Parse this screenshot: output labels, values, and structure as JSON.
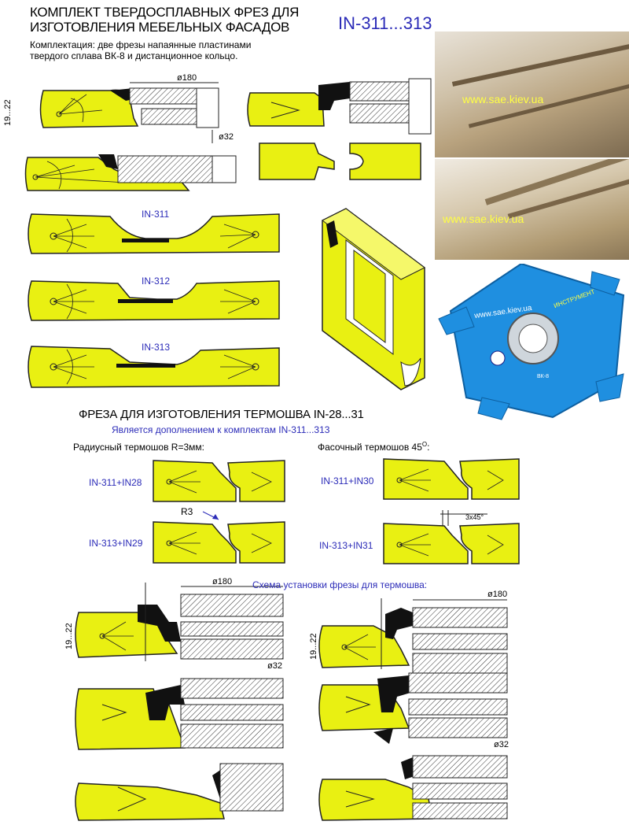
{
  "header": {
    "title_line1": "КОМПЛЕКТ ТВЕРДОСПЛАВНЫХ ФРЕЗ ДЛЯ",
    "title_line2": "ИЗГОТОВЛЕНИЯ МЕБЕЛЬНЫХ ФАСАДОВ",
    "code": "IN-311...313",
    "note_line1": "Комплектация: две фрезы напаянные пластинами",
    "note_line2": "твердого сплава ВК-8 и дистанционное кольцо."
  },
  "top_dims": {
    "d180": "ø180",
    "d32": "ø32",
    "h": "19...22"
  },
  "profiles": [
    "IN-311",
    "IN-312",
    "IN-313"
  ],
  "photos": {
    "watermark1": "www.sae.kiev.ua",
    "watermark2": "www.sae.kiev.ua",
    "watermark3": "www.sae.kiev.ua",
    "cutter_brand": "ИНСТРУМЕНТ",
    "cutter_mark": "ВК-8"
  },
  "section2": {
    "title": "ФРЕЗА ДЛЯ ИЗГОТОВЛЕНИЯ ТЕРМОШВА IN-28...31",
    "subtitle": "Является дополнением к комплектам IN-311...313",
    "radius_caption": "Радиусный термошов R=3мм:",
    "chamfer_caption": "Фасочный термошов 45",
    "chamfer_deg": "O",
    "chamfer_colon": ":",
    "combo1": "IN-311+IN28",
    "combo2": "IN-313+IN29",
    "combo3": "IN-311+IN30",
    "combo4": "IN-313+IN31",
    "r3": "R3",
    "chamfer_dim": "3x45°"
  },
  "section3": {
    "caption": "Схема установки фрезы для термошва:",
    "d180_left": "ø180",
    "d180_right": "ø180",
    "d32_left": "ø32",
    "d32_right": "ø32",
    "h_left": "19...22",
    "h_right": "19...22"
  },
  "colors": {
    "wood": "#e9f012",
    "wood_stroke": "#222222",
    "blue_text": "#2b2bb8",
    "cutter_blue": "#1f8fe0"
  }
}
